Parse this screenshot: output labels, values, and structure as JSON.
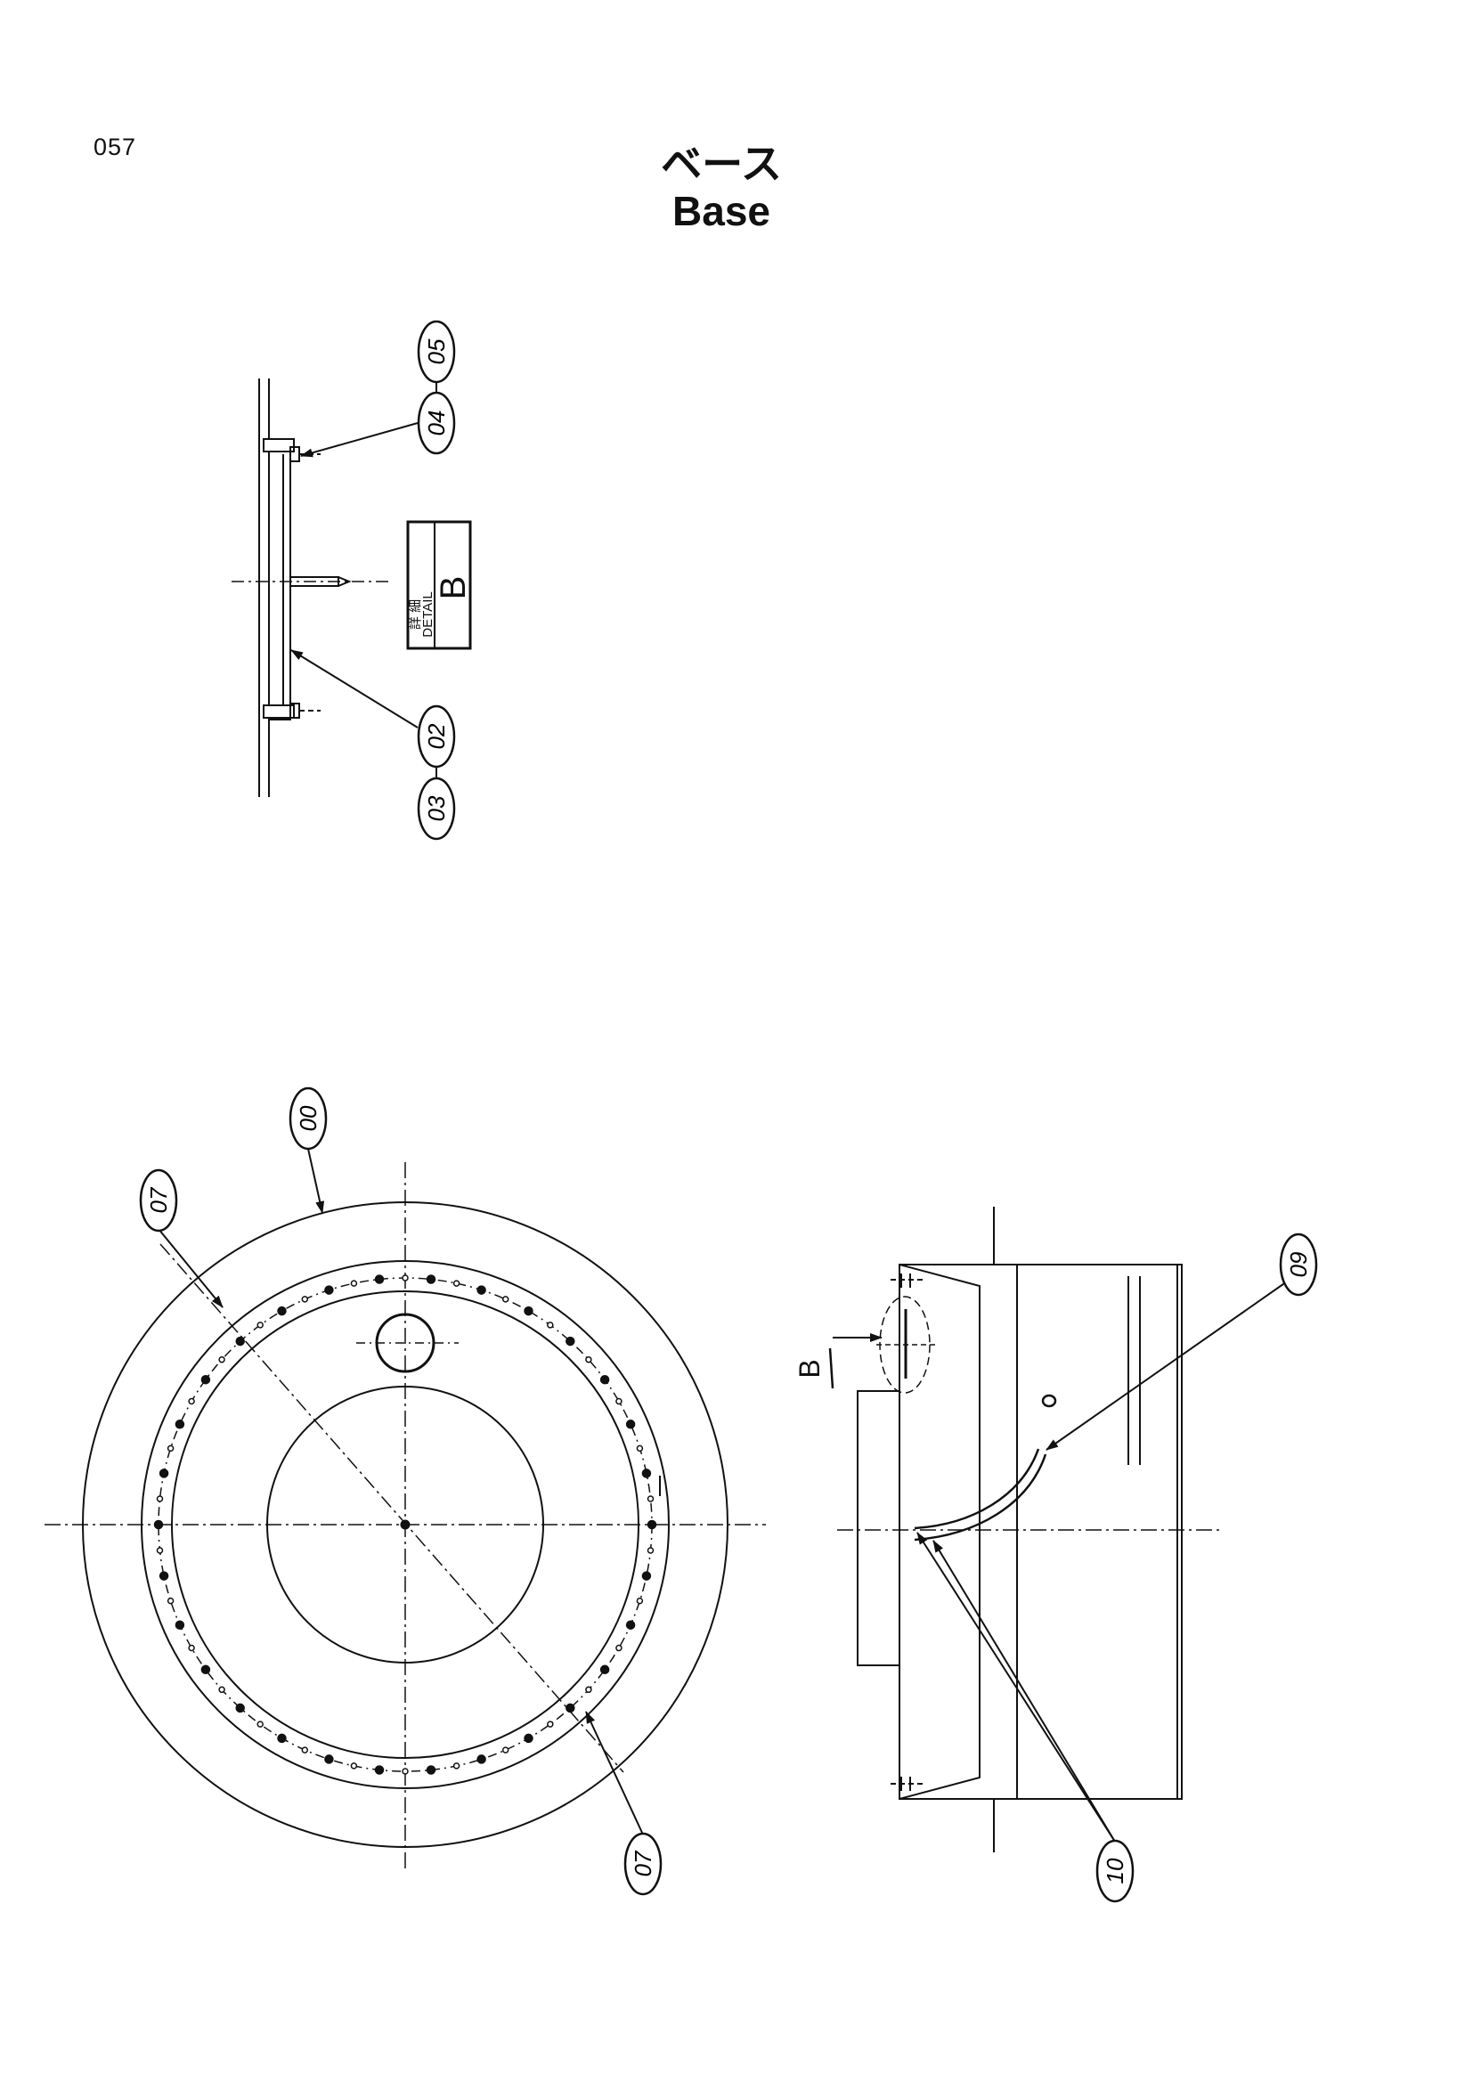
{
  "page": {
    "number": "057"
  },
  "title": {
    "japanese": "ベース",
    "english": "Base"
  },
  "detail_box": {
    "letter": "B",
    "japanese": "詳 細",
    "english": "DETAIL"
  },
  "section_marker": "B",
  "callouts": {
    "c00": "00",
    "c02": "02",
    "c03": "03",
    "c04": "04",
    "c05": "05",
    "c07a": "07",
    "c07b": "07",
    "c09": "09",
    "c10": "10"
  }
}
